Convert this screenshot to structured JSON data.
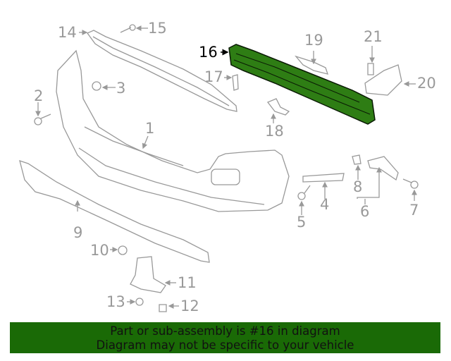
{
  "diagram": {
    "highlighted_part": "16",
    "colors": {
      "part_line": "#999999",
      "highlight_fill": "#2e7d14",
      "highlight_stroke": "#0a1a05",
      "banner_bg": "#1a6a06",
      "banner_text": "#111111"
    },
    "callouts": [
      {
        "id": "1",
        "label": "1"
      },
      {
        "id": "2",
        "label": "2"
      },
      {
        "id": "3",
        "label": "3"
      },
      {
        "id": "4",
        "label": "4"
      },
      {
        "id": "5",
        "label": "5"
      },
      {
        "id": "6",
        "label": "6"
      },
      {
        "id": "7",
        "label": "7"
      },
      {
        "id": "8",
        "label": "8"
      },
      {
        "id": "9",
        "label": "9"
      },
      {
        "id": "10",
        "label": "10"
      },
      {
        "id": "11",
        "label": "11"
      },
      {
        "id": "12",
        "label": "12"
      },
      {
        "id": "13",
        "label": "13"
      },
      {
        "id": "14",
        "label": "14"
      },
      {
        "id": "15",
        "label": "15"
      },
      {
        "id": "16",
        "label": "16"
      },
      {
        "id": "17",
        "label": "17"
      },
      {
        "id": "18",
        "label": "18"
      },
      {
        "id": "19",
        "label": "19"
      },
      {
        "id": "20",
        "label": "20"
      },
      {
        "id": "21",
        "label": "21"
      }
    ]
  },
  "banner": {
    "line1": "Part or sub-assembly is #16 in diagram",
    "line2": "Diagram may not be specific to your vehicle"
  }
}
